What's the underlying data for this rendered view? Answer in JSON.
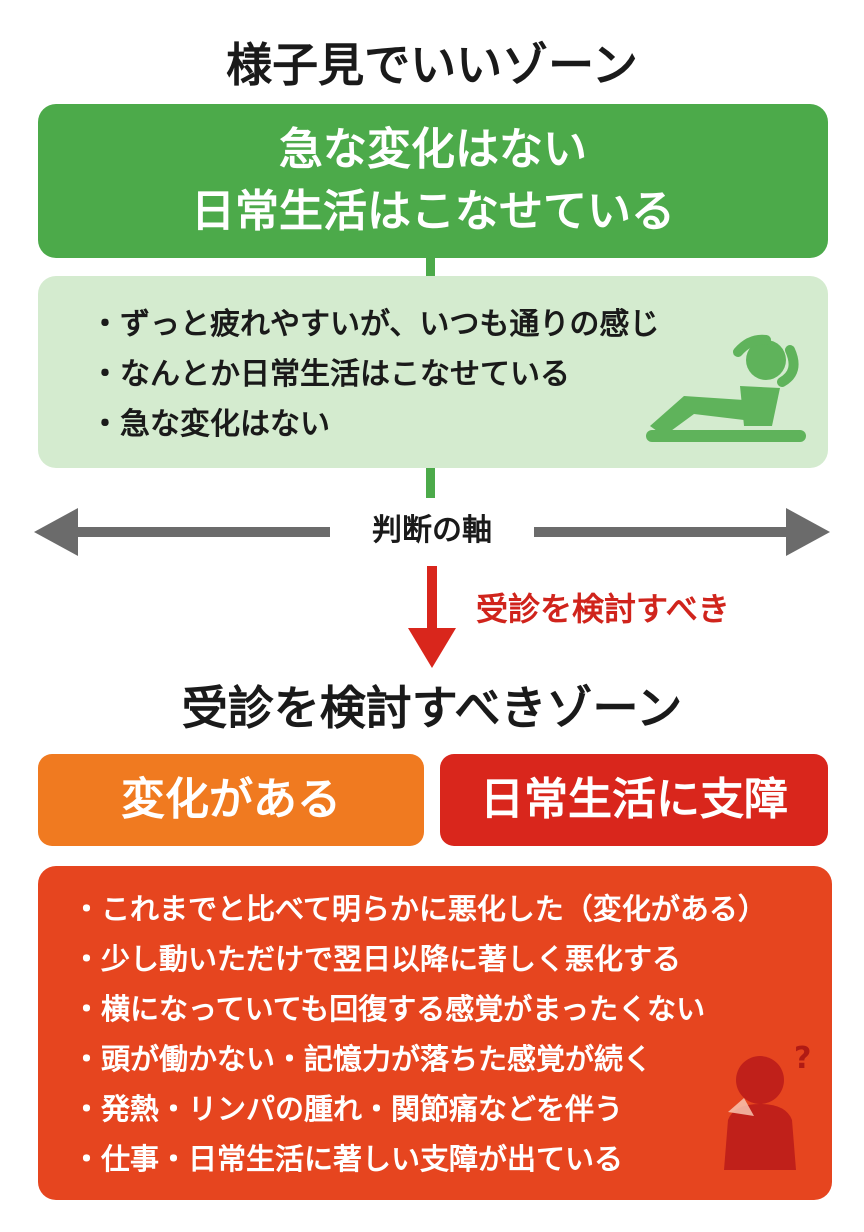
{
  "top_zone": {
    "title": "様子見でいいゾーン",
    "header_line1": "急な変化はない",
    "header_line2": "日常生活はこなせている",
    "items": [
      "ずっと疲れやすいが、いつも通りの感じ",
      "なんとか日常生活はこなせている",
      "急な変化はない"
    ],
    "icon": "relaxing-person-icon"
  },
  "axis": {
    "label": "判断の軸"
  },
  "transition": {
    "label": "受診を検討すべき"
  },
  "bottom_zone": {
    "title": "受診を検討すべきゾーン",
    "box_left": "変化がある",
    "box_right": "日常生活に支障",
    "items": [
      "これまでと比べて明らかに悪化した（変化がある）",
      "少し動いただけで翌日以降に著しく悪化する",
      "横になっていても回復する感覚がまったくない",
      "頭が働かない・記憶力が落ちた感覚が続く",
      "発熱・リンパの腫れ・関節痛などを伴う",
      "仕事・日常生活に著しい支障が出ている"
    ],
    "icon": "worried-person-icon"
  },
  "colors": {
    "green": "#4caa4a",
    "green_light": "#d4ebcf",
    "orange": "#f07a20",
    "red": "#d9261c",
    "red_panel": "#e6451f",
    "arrow_gray": "#6b6b6b"
  }
}
